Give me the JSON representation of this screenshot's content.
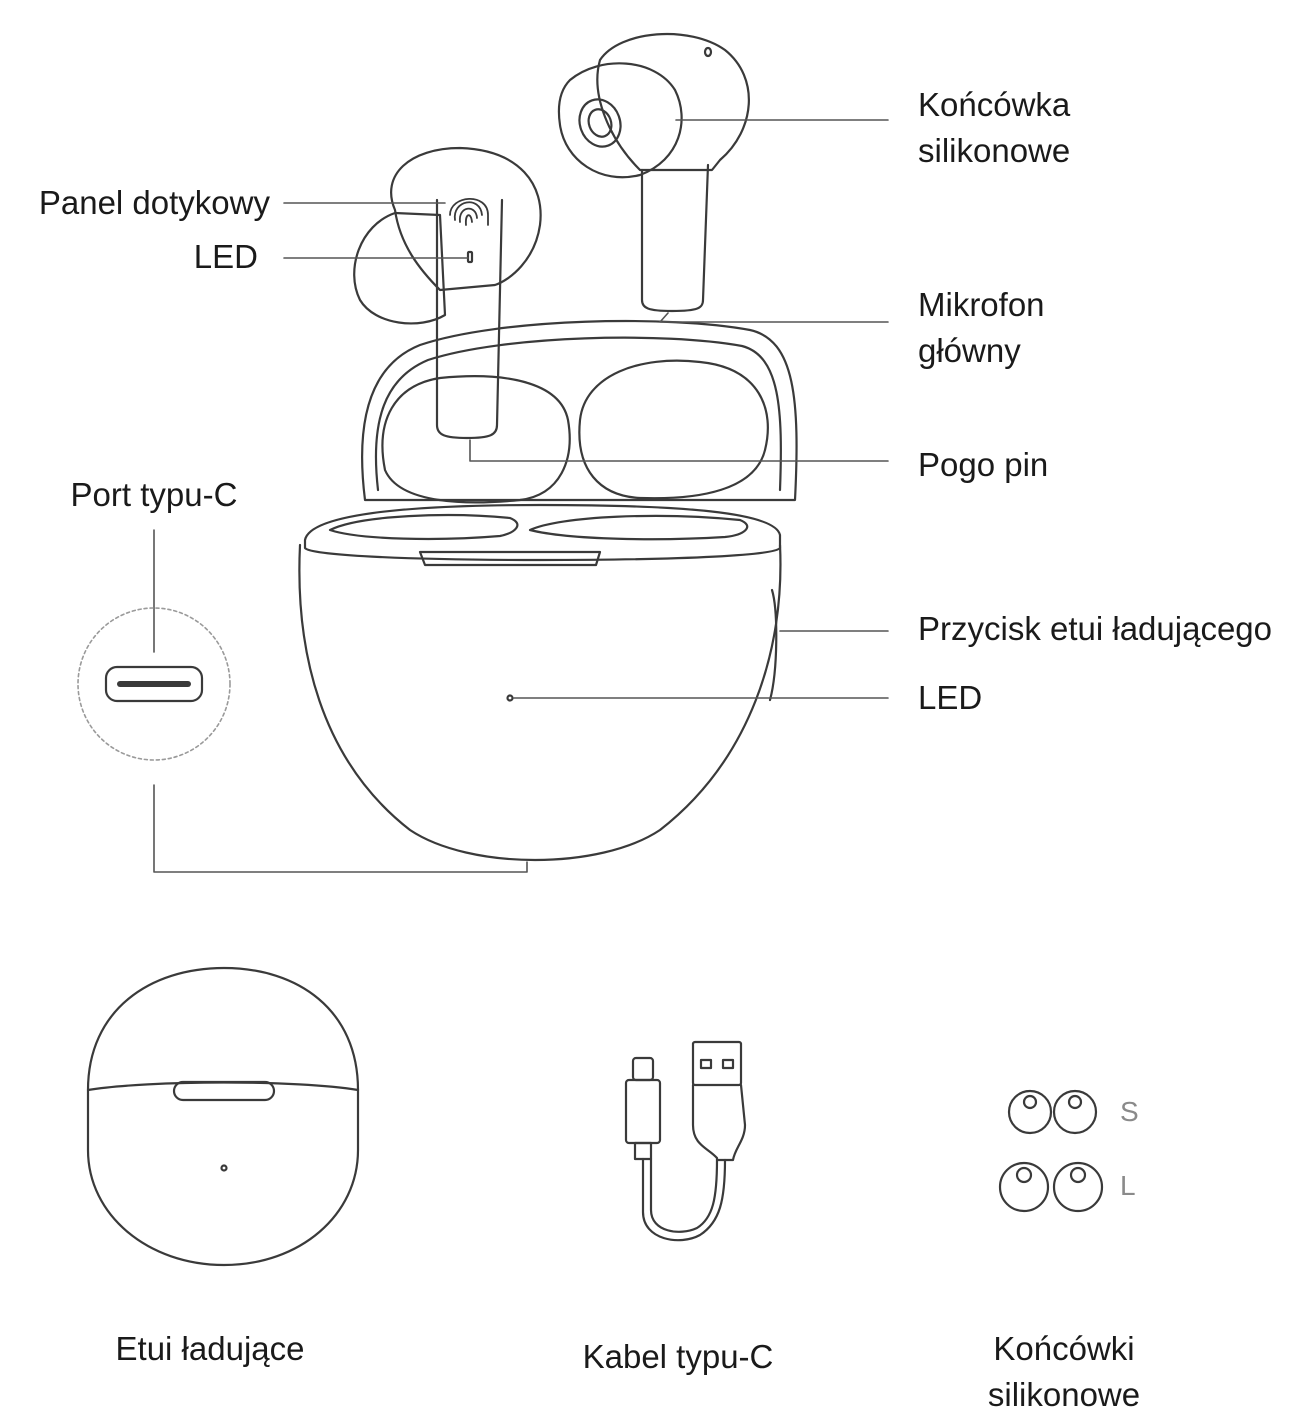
{
  "labels": {
    "tips": "Końcówka\nsilikonowe",
    "touch": "Panel dotykowy",
    "led_bud": "LED",
    "mic": "Mikrofon\ngłówny",
    "pogo": "Pogo pin",
    "port": "Port typu-C",
    "case_button": "Przycisk etui ładującego",
    "led_case": "LED"
  },
  "accessories": {
    "case": "Etui ładujące",
    "cable": "Kabel typu-C",
    "tips": "Końcówki\nsilikonowe",
    "size_s": "S",
    "size_l": "L"
  },
  "colors": {
    "line": "#3a3a3a",
    "leader": "#555555",
    "text": "#1a1a1a"
  }
}
